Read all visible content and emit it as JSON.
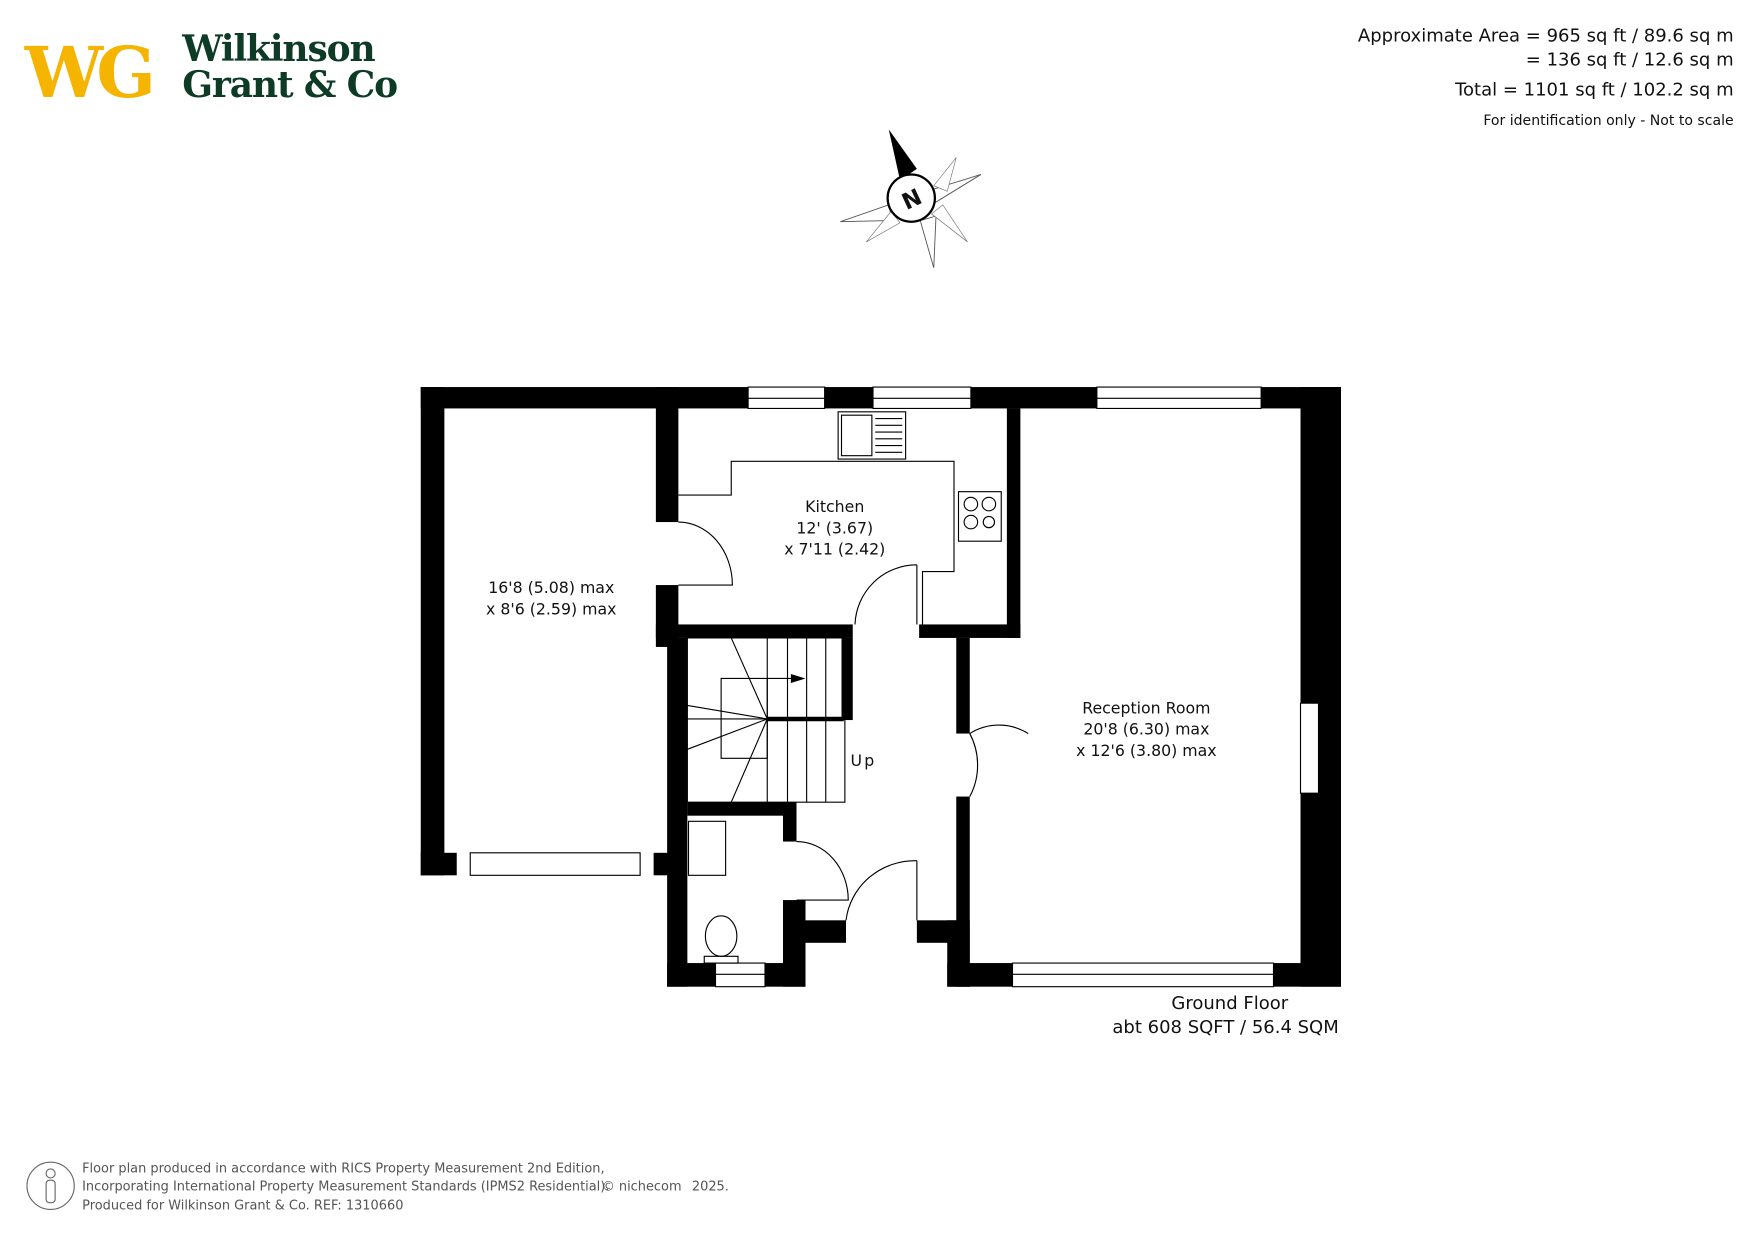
{
  "logo": {
    "mark": "WG",
    "line1": "Wilkinson",
    "line2": "Grant & Co",
    "colors": {
      "mark": "#f5b400",
      "text": "#0d3b26"
    }
  },
  "area": {
    "line1": "Approximate Area = 965 sq ft / 89.6 sq m",
    "line2": "= 136 sq ft / 12.6 sq m",
    "total": "Total = 1101 sq ft / 102.2 sq m",
    "note": "For identification only - Not to scale"
  },
  "compass": {
    "label": "N"
  },
  "rooms": {
    "garage": {
      "dim1": "16'8 (5.08) max",
      "dim2": "x 8'6 (2.59) max"
    },
    "kitchen": {
      "name": "Kitchen",
      "dim1": "12' (3.67)",
      "dim2": "x 7'11 (2.42)"
    },
    "reception": {
      "name": "Reception Room",
      "dim1": "20'8 (6.30) max",
      "dim2": "x 12'6 (3.80) max"
    },
    "stairs": {
      "label": "Up"
    }
  },
  "floor": {
    "name": "Ground Floor",
    "area": "abt 608 SQFT / 56.4 SQM"
  },
  "footer": {
    "line1": "Floor plan produced in accordance with RICS Property Measurement 2nd Edition,",
    "line2": "Incorporating International Property Measurement Standards (IPMS2 Residential).",
    "copyright": "© nichecom",
    "year": "2025.",
    "line3": "Produced for Wilkinson Grant & Co.   REF: 1310660"
  }
}
